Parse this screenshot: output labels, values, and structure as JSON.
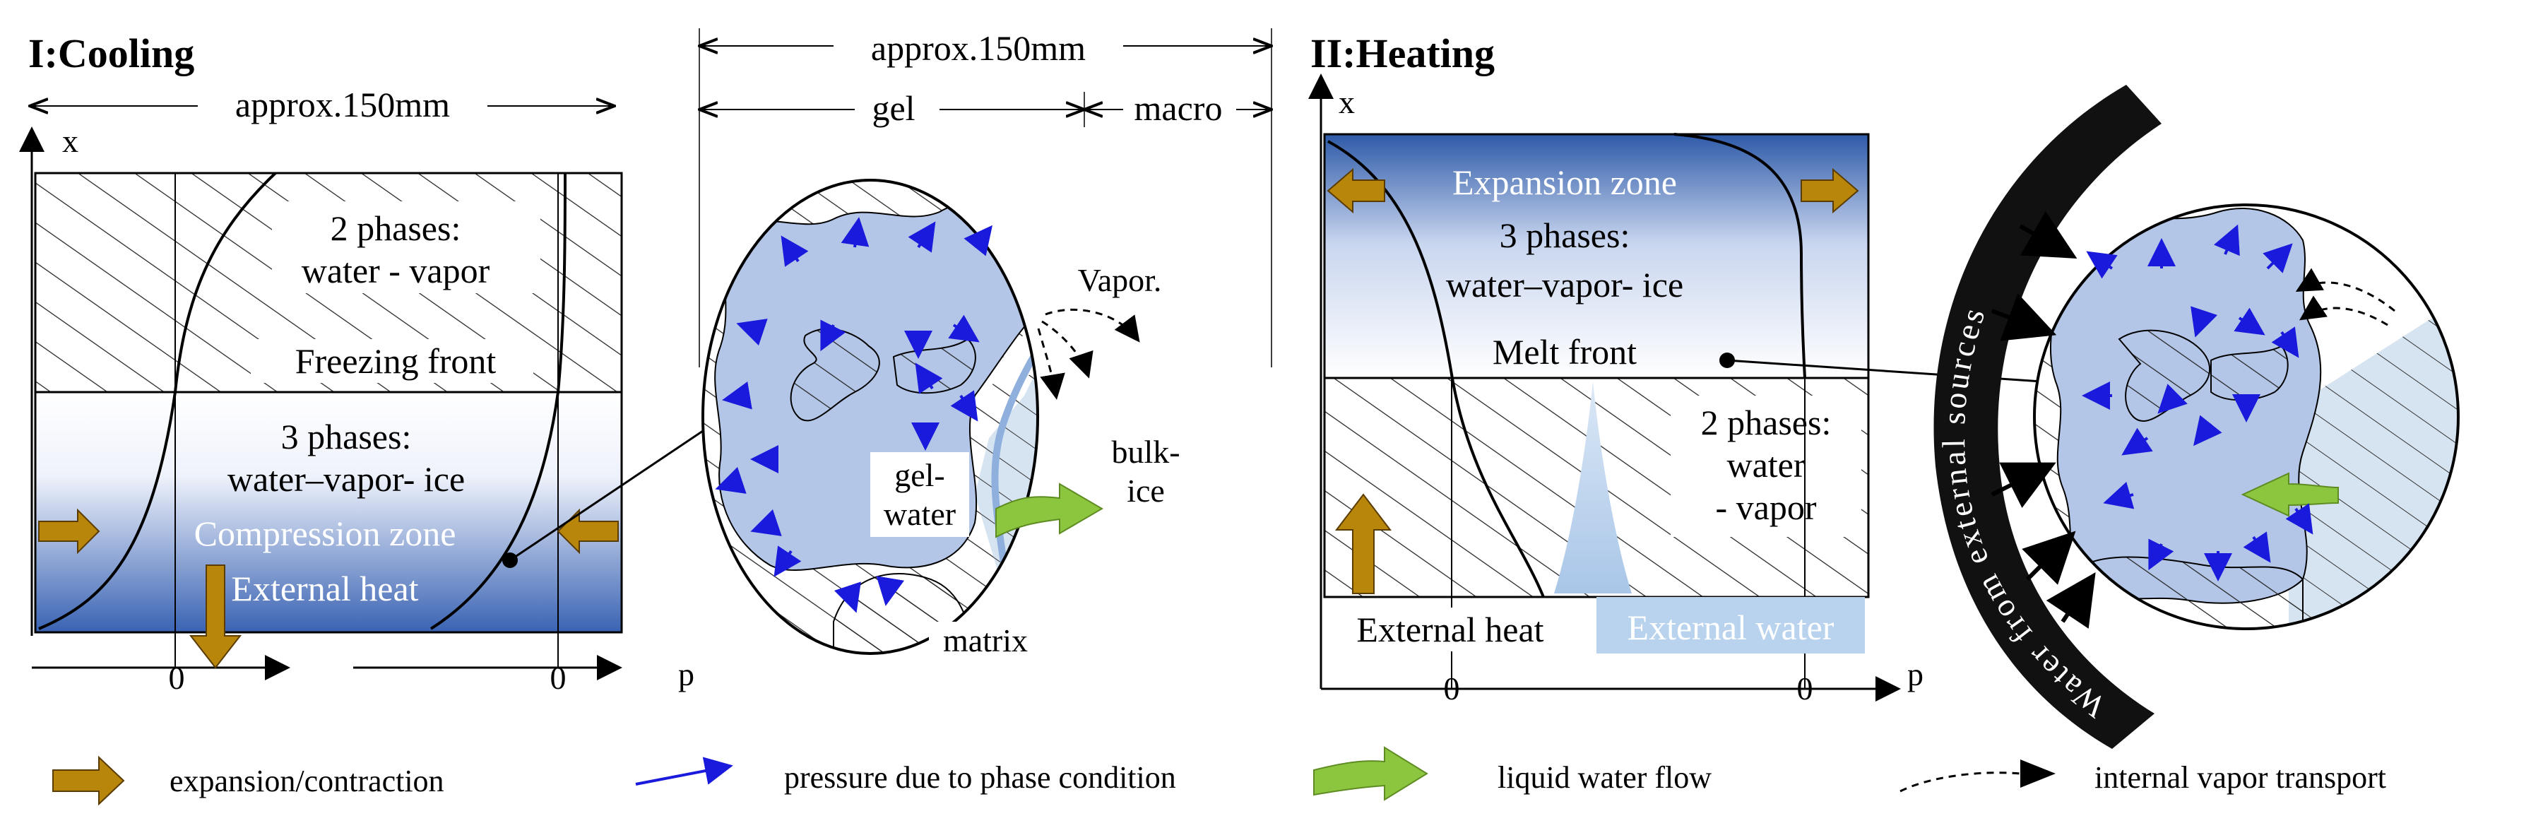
{
  "titles": {
    "cooling": "I:Cooling",
    "heating": "II:Heating"
  },
  "dimensions": {
    "cooling_width": "approx.150mm",
    "center_width": "approx.150mm",
    "gel": "gel",
    "macro": "macro"
  },
  "axes": {
    "x": "x",
    "p": "p",
    "zero": "0"
  },
  "cooling_panel": {
    "upper_line1": "2 phases:",
    "upper_line2": "water - vapor",
    "front": "Freezing front",
    "lower_line1": "3 phases:",
    "lower_line2": "water–vapor- ice",
    "zone": "Compression zone",
    "heat": "External heat"
  },
  "pore_detail": {
    "vapor": "Vapor.",
    "bulk_ice_1": "bulk-",
    "bulk_ice_2": "ice",
    "gel_water_1": "gel-",
    "gel_water_2": "water",
    "matrix": "matrix"
  },
  "heating_panel": {
    "zone": "Expansion zone",
    "upper_line1": "3 phases:",
    "upper_line2": "water–vapor- ice",
    "front": "Melt front",
    "lower_line1": "2 phases:",
    "lower_line2": "water",
    "lower_line3": "- vapor",
    "heat": "External heat",
    "water": "External water"
  },
  "rim_label": "Water from external sources",
  "legend": {
    "expansion": "expansion/contraction",
    "pressure": "pressure due to phase condition",
    "liquid": "liquid water flow",
    "vapor": "internal vapor transport"
  },
  "colors": {
    "gel_fill": "#b4c6e7",
    "zone_blue": "#2e5aa8",
    "brown_arrow": "#b8860b",
    "green_arrow": "#8cc63f",
    "pressure_arrow": "#1a1adc",
    "external_water": "#b9d3ee"
  }
}
